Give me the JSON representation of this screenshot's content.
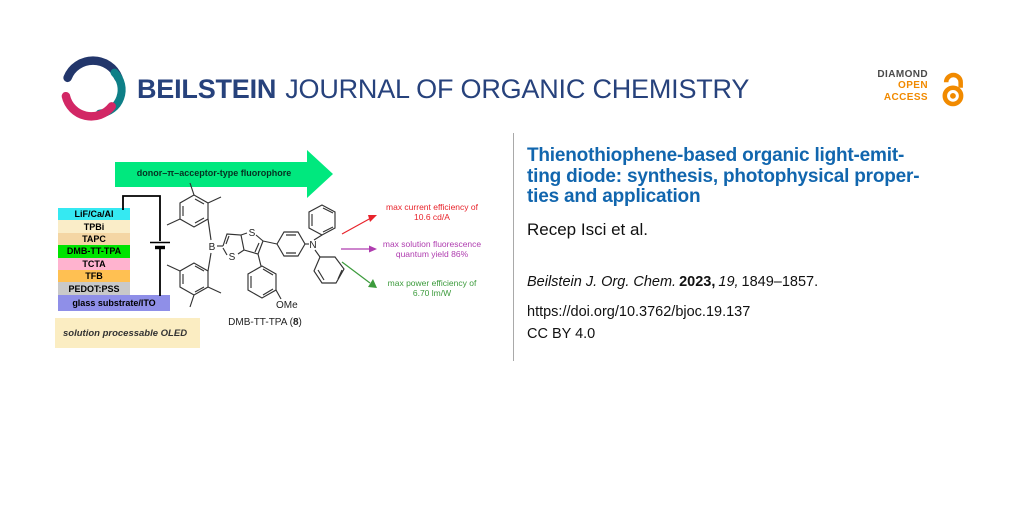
{
  "header": {
    "wordmark_bold": "BEILSTEIN",
    "wordmark_rest": "JOURNAL OF ORGANIC CHEMISTRY",
    "logo_colors": {
      "navy": "#22366B",
      "teal": "#0E7F87",
      "crimson": "#D22765"
    },
    "open_access": {
      "line1": "DIAMOND",
      "line2": "OPEN",
      "line3": "ACCESS",
      "orange": "#F18A00"
    }
  },
  "abstract": {
    "big_arrow": {
      "label": "donor–π–acceptor-type fluorophore",
      "color": "#00E87E"
    },
    "device_stack": {
      "layers": [
        {
          "label": "LiF/Ca/Al",
          "color": "#35E9F2"
        },
        {
          "label": "TPBi",
          "color": "#FAEDC8"
        },
        {
          "label": "TAPC",
          "color": "#F4D6A4"
        },
        {
          "label": "DMB-TT-TPA",
          "color": "#00E400"
        },
        {
          "label": "TCTA",
          "color": "#FFB3CF"
        },
        {
          "label": "TFB",
          "color": "#FFC052"
        },
        {
          "label": "PEDOT:PSS",
          "color": "#C9C9C9"
        },
        {
          "label": "glass substrate/ITO",
          "color": "#8F8FE8"
        }
      ],
      "caption": "solution processable OLED"
    },
    "molecule": {
      "label_prefix": "DMB-TT-TPA (",
      "label_bold": "8",
      "label_suffix": ")",
      "atoms": {
        "boron": "B",
        "sulfur1": "S",
        "sulfur2": "S",
        "nitrogen": "N",
        "methoxy": "OMe"
      }
    },
    "findings": [
      {
        "line1": "max current efficiency of",
        "line2": "10.6 cd/A",
        "color": "#E8232B"
      },
      {
        "line1": "max solution fluorescence",
        "line2": "quantum yield 86%",
        "color": "#AF3CAF"
      },
      {
        "line1": "max power efficiency of",
        "line2": "6.70 lm/W",
        "color": "#3C9B3C"
      }
    ]
  },
  "article": {
    "title_lines": {
      "l1": "Thienothiophene-based organic light-emit-",
      "l2": "ting diode: synthesis, photophysical proper-",
      "l3": "ties and application"
    },
    "title_color": "#1166AE",
    "authors": "Recep Isci et al.",
    "citation": {
      "journal": "Beilstein J. Org. Chem.",
      "year": "2023,",
      "volume": "19,",
      "pages": "1849–1857."
    },
    "doi": "https://doi.org/10.3762/bjoc.19.137",
    "license": "CC BY 4.0"
  }
}
